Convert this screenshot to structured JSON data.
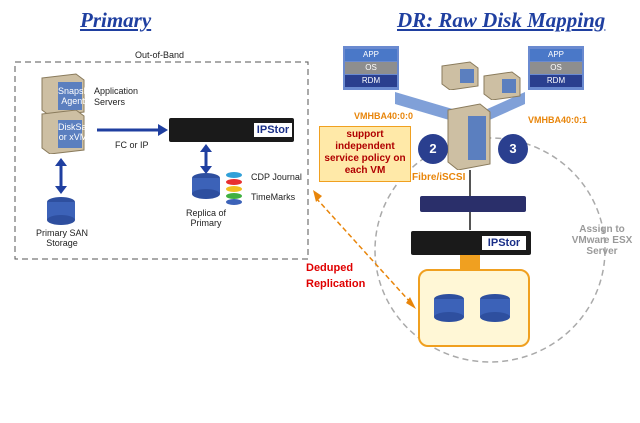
{
  "titles": {
    "primary": "Primary",
    "dr": "DR: Raw Disk Mapping"
  },
  "primary_site": {
    "out_of_band": "Out-of-Band",
    "server_top": "Snapshot Agent",
    "server_bottom": "DiskSafe or xVM",
    "application_servers": "Application Servers",
    "fc_or_ip": "FC or IP",
    "ipstor": "IPStor",
    "cdp_journal": "CDP Journal",
    "timemarks": "TimeMarks",
    "replica": "Replica of Primary",
    "san_storage": "Primary SAN Storage"
  },
  "replication": {
    "line1": "Deduped",
    "line2": "Replication"
  },
  "dr_site": {
    "vm_left": {
      "app": "APP",
      "os": "OS",
      "rdm": "RDM"
    },
    "vm_right": {
      "app": "APP",
      "os": "OS",
      "rdm": "RDM"
    },
    "vmhba_left": "VMHBA40:0:0",
    "vmhba_right": "VMHBA40:0:1",
    "badge_left": "2",
    "badge_right": "3",
    "callout": "support independent service policy on each VM",
    "fibre_iscsi": "Fibre/iSCSI",
    "ipstor": "IPStor",
    "assign": "Assign to VMware ESX Server"
  },
  "colors": {
    "title": "#1f3fa0",
    "orange": "#e8850a",
    "red": "#e00000",
    "grey": "#9a9a9a"
  }
}
